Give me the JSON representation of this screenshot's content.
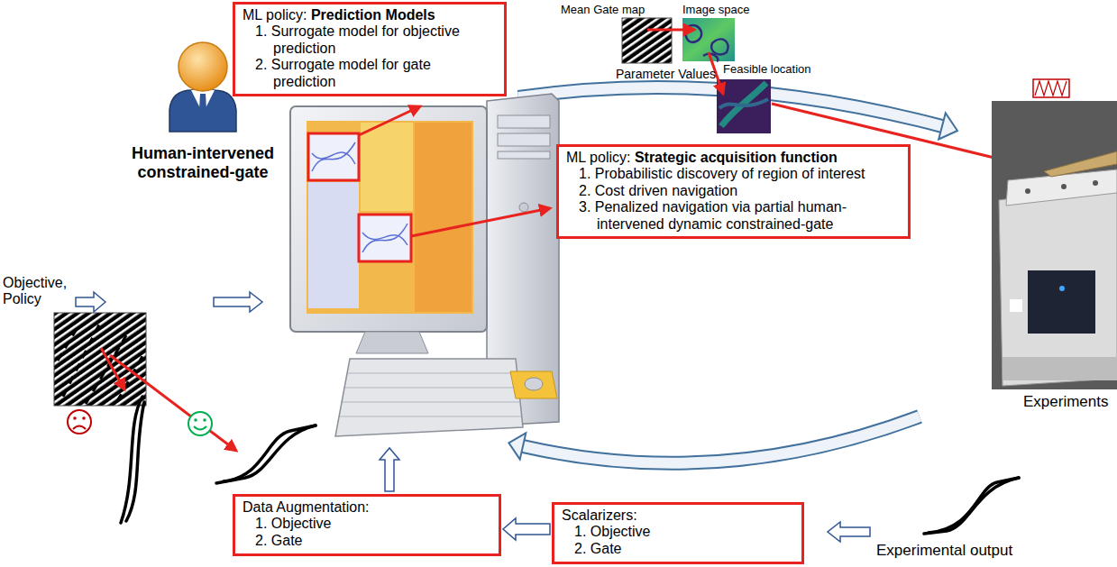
{
  "diagram": {
    "nodes": [
      {
        "text": [
          "ML policy: Prediction Models",
          "1. Surrogate model for objective prediction",
          "2. Surrogate model for gate prediction"
        ]
      },
      {
        "text": [
          "ML policy: Strategic acquisition function",
          "1. Probabilistic discovery of region of interest",
          "2. Cost driven navigation",
          "3. Penalized navigation via partial human-intervened dynamic constrained-gate"
        ]
      },
      {
        "text": [
          "Data Augmentation:",
          "1. Objective",
          "2. Gate"
        ]
      },
      {
        "text": [
          "Scalarizers:",
          "1. Objective",
          "2. Gate"
        ]
      }
    ],
    "edges": [
      {
        "from": 3,
        "to": 2,
        "arrow": "to"
      }
    ],
    "labels": [
      "Mean Gate map",
      "Image space",
      "Parameter Values",
      "Feasible location",
      "Human-intervened constrained-gate",
      "Objective, Policy",
      "Experiments",
      "Experimental output"
    ]
  }
}
